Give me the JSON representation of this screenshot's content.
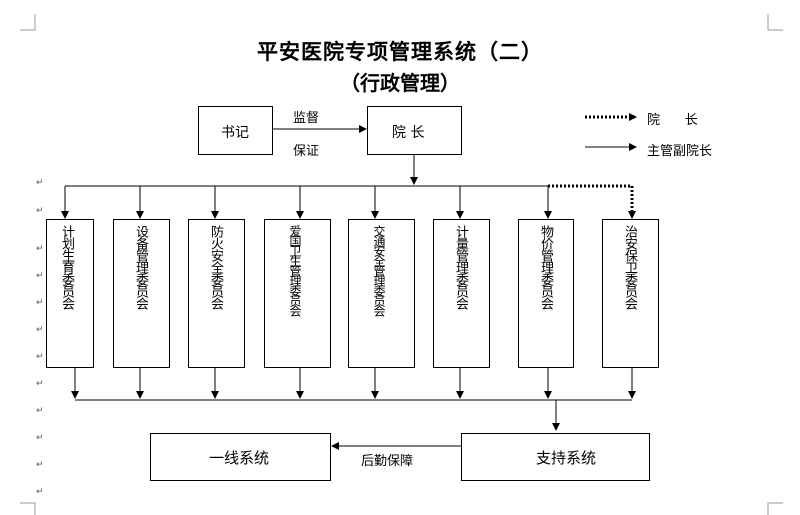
{
  "title": "平安医院专项管理系统（二）",
  "subtitle": "（行政管理）",
  "top": {
    "secretary": "书记",
    "supervise": "监督",
    "guarantee": "保证",
    "president": "院 长"
  },
  "legend": {
    "president": "院      长",
    "vice_president": "主管副院长"
  },
  "committees": [
    "计划生育委员会",
    "设备管理委员会",
    "防火安全委员会",
    "爱国卫生管理委员会",
    "交通安全管理委员会",
    "计量管理委员会",
    "物价管理委员会",
    "治安保卫委员会"
  ],
  "bottom": {
    "frontline": "一线系统",
    "support": "支持系统",
    "logistics": "后勤保障"
  },
  "marks": {
    "para": "↵"
  }
}
